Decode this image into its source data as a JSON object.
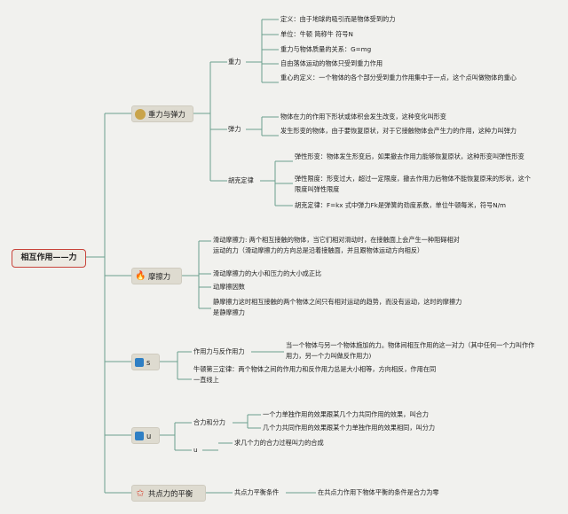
{
  "root": "相互作用——力",
  "gravity_elastic": {
    "title": "重力与弹力",
    "icon": "coin-icon",
    "gravity": {
      "label": "重力",
      "items": [
        "定义：由于地球的吸引而是物体受到的力",
        "单位：牛顿 简称牛 符号N",
        "重力与物体质量的关系：G=mg",
        "自由落体运动的物体只受到重力作用",
        "重心的定义：一个物体的各个部分受到重力作用集中于一点，这个点叫做物体的重心"
      ]
    },
    "elastic": {
      "label": "弹力",
      "items": [
        "物体在力的作用下形状或体积会发生改变，这种变化叫形变",
        "发生形变的物体，由于要恢复原状，对于它接触物体会产生力的作用，这种力叫弹力"
      ]
    },
    "hooke": {
      "label": "胡克定律",
      "items": [
        "弹性形变：物体发生形变后，如果撤去作用力能够恢复原状，这种形变叫弹性形变",
        "弹性限度：形变过大，超过一定限度，撤去作用力后物体不能恢复原来的形状，这个限度叫弹性限度",
        "胡克定律：F=kx 式中弹力Fk是弹簧的劲度系数，单位牛顿每米，符号N/m"
      ]
    }
  },
  "friction": {
    "title": "摩擦力",
    "icon": "fire-icon",
    "items": [
      "滑动摩擦力: 两个相互接触的物体，当它们相对滑动时，在接触面上会产生一种阻碍相对运动的力（滑动摩擦力的方向总是沿着接触面，并且跟物体运动方向相反）",
      "滑动摩擦力的大小和压力的大小成正比",
      "动摩擦因数",
      "静摩擦力这时相互接触的两个物体之间只有相对运动的趋势，而没有运动，这时的摩擦力是静摩擦力"
    ]
  },
  "action_reaction": {
    "title": "s",
    "icon": "blue-square-icon",
    "pair": {
      "label": "作用力与反作用力",
      "detail": "当一个物体与另一个物体施加的力。物体间相互作用的这一对力（其中任何一个力叫作作用力，另一个力叫做反作用力)"
    },
    "newton3": "牛顿第三定律：两个物体之间的作用力和反作用力总是大小相等，方向相反，作用在同一直线上"
  },
  "composition": {
    "title": "u",
    "icon": "blue-square-icon",
    "combine": {
      "label": "合力和分力",
      "items": [
        "一个力单独作用的效果跟某几个力共同作用的效果，叫合力",
        "几个力共同作用的效果跟某个力单独作用的效果相同，叫分力"
      ]
    },
    "sub": {
      "label": "u",
      "detail": "求几个力的合力过程叫力的合成"
    }
  },
  "equilibrium": {
    "title": "共点力的平衡",
    "icon": "star-icon",
    "label": "共点力平衡条件",
    "detail": "在共点力作用下物体平衡的条件是合力为零"
  },
  "colors": {
    "branch": "#6aa08e",
    "root_border": "#c8443b",
    "accent_red": "#d9412f",
    "accent_blue": "#2f7fc4"
  }
}
